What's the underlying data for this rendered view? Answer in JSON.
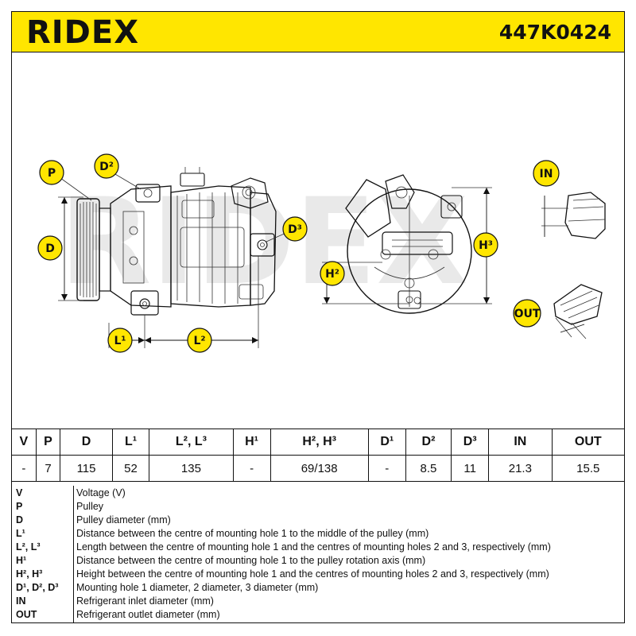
{
  "header": {
    "brand": "RIDEX",
    "part_number": "447K0424"
  },
  "diagram": {
    "watermark": "RIDEX",
    "labels": {
      "P": "P",
      "D2": "D²",
      "D": "D",
      "D3": "D³",
      "L1": "L¹",
      "L2": "L²",
      "H2": "H²",
      "H3": "H³",
      "IN": "IN",
      "OUT": "OUT"
    },
    "badge_color": "#ffe600"
  },
  "spec_table": {
    "headers": [
      "V",
      "P",
      "D",
      "L¹",
      "L², L³",
      "H¹",
      "H², H³",
      "D¹",
      "D²",
      "D³",
      "IN",
      "OUT"
    ],
    "values": [
      "-",
      "7",
      "115",
      "52",
      "135",
      "-",
      "69/138",
      "-",
      "8.5",
      "11",
      "21.3",
      "15.5"
    ]
  },
  "legend": [
    {
      "key": "V",
      "desc": "Voltage (V)"
    },
    {
      "key": "P",
      "desc": "Pulley"
    },
    {
      "key": "D",
      "desc": "Pulley diameter (mm)"
    },
    {
      "key": "L¹",
      "desc": "Distance between the centre of mounting hole 1 to the middle of the pulley (mm)"
    },
    {
      "key": "L², L³",
      "desc": "Length between the centre of mounting hole 1 and the centres of mounting holes 2 and 3, respectively (mm)"
    },
    {
      "key": "H¹",
      "desc": "Distance between the centre of mounting hole 1 to the pulley rotation axis (mm)"
    },
    {
      "key": "H², H³",
      "desc": "Height between the centre of mounting hole 1 and the centres of mounting holes 2 and 3, respectively (mm)"
    },
    {
      "key": "D¹, D², D³",
      "desc": "Mounting hole 1 diameter, 2 diameter, 3 diameter (mm)"
    },
    {
      "key": "IN",
      "desc": "Refrigerant inlet diameter (mm)"
    },
    {
      "key": "OUT",
      "desc": "Refrigerant outlet diameter (mm)"
    }
  ]
}
